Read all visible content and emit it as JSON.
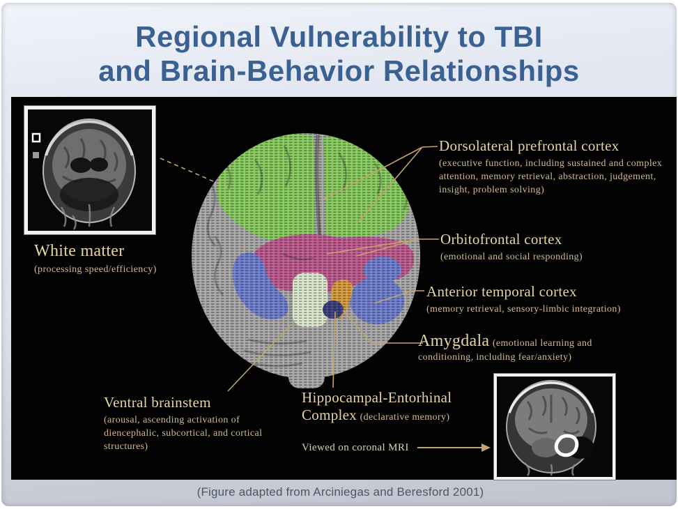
{
  "title": {
    "line1": "Regional Vulnerability to TBI",
    "line2": "and Brain-Behavior Relationships"
  },
  "caption": "(Figure adapted from Arciniegas and Beresford 2001)",
  "labels": {
    "white_matter": {
      "heading": "White matter",
      "body": "(processing speed/efficiency)"
    },
    "dorsolateral_prefrontal": {
      "heading": "Dorsolateral prefrontal cortex",
      "body": "(executive function, including sustained and complex attention, memory retrieval, abstraction, judgement, insight, problem solving)"
    },
    "orbitofrontal": {
      "heading": "Orbitofrontal cortex",
      "body": "(emotional and social responding)"
    },
    "anterior_temporal": {
      "heading": "Anterior temporal cortex",
      "body": "(memory retrieval, sensory-limbic integration)"
    },
    "amygdala": {
      "heading": "Amygdala",
      "body": "(emotional learning and conditioning, including fear/anxiety)"
    },
    "ventral_brainstem": {
      "heading": "Ventral brainstem",
      "body": "(arousal, ascending activation of diencephalic, subcortical, and cortical structures)"
    },
    "hippocampal_entorhinal": {
      "heading_line1": "Hippocampal-Entorhinal",
      "heading_line2": "Complex",
      "body": "(declarative memory)"
    },
    "viewed_on_coronal_mri": "Viewed on coronal MRI"
  },
  "colors": {
    "title_text": "#3a6191",
    "label_heading": "#e7d4a0",
    "label_body": "#d4ba8e",
    "leader_line": "#c3a46e",
    "panel_background": "#020202",
    "brain_gray": "#a6a6a6",
    "region_dorsolateral_green": "#84ca58",
    "region_orbitofrontal_pink": "#c0578e",
    "region_anterior_temporal_blue": "#6b7ccf",
    "region_amygdala_orange": "#d79a38",
    "region_hippocampal_navy": "#3a3d80",
    "region_brainstem_pale_green": "#d9e7c8"
  }
}
